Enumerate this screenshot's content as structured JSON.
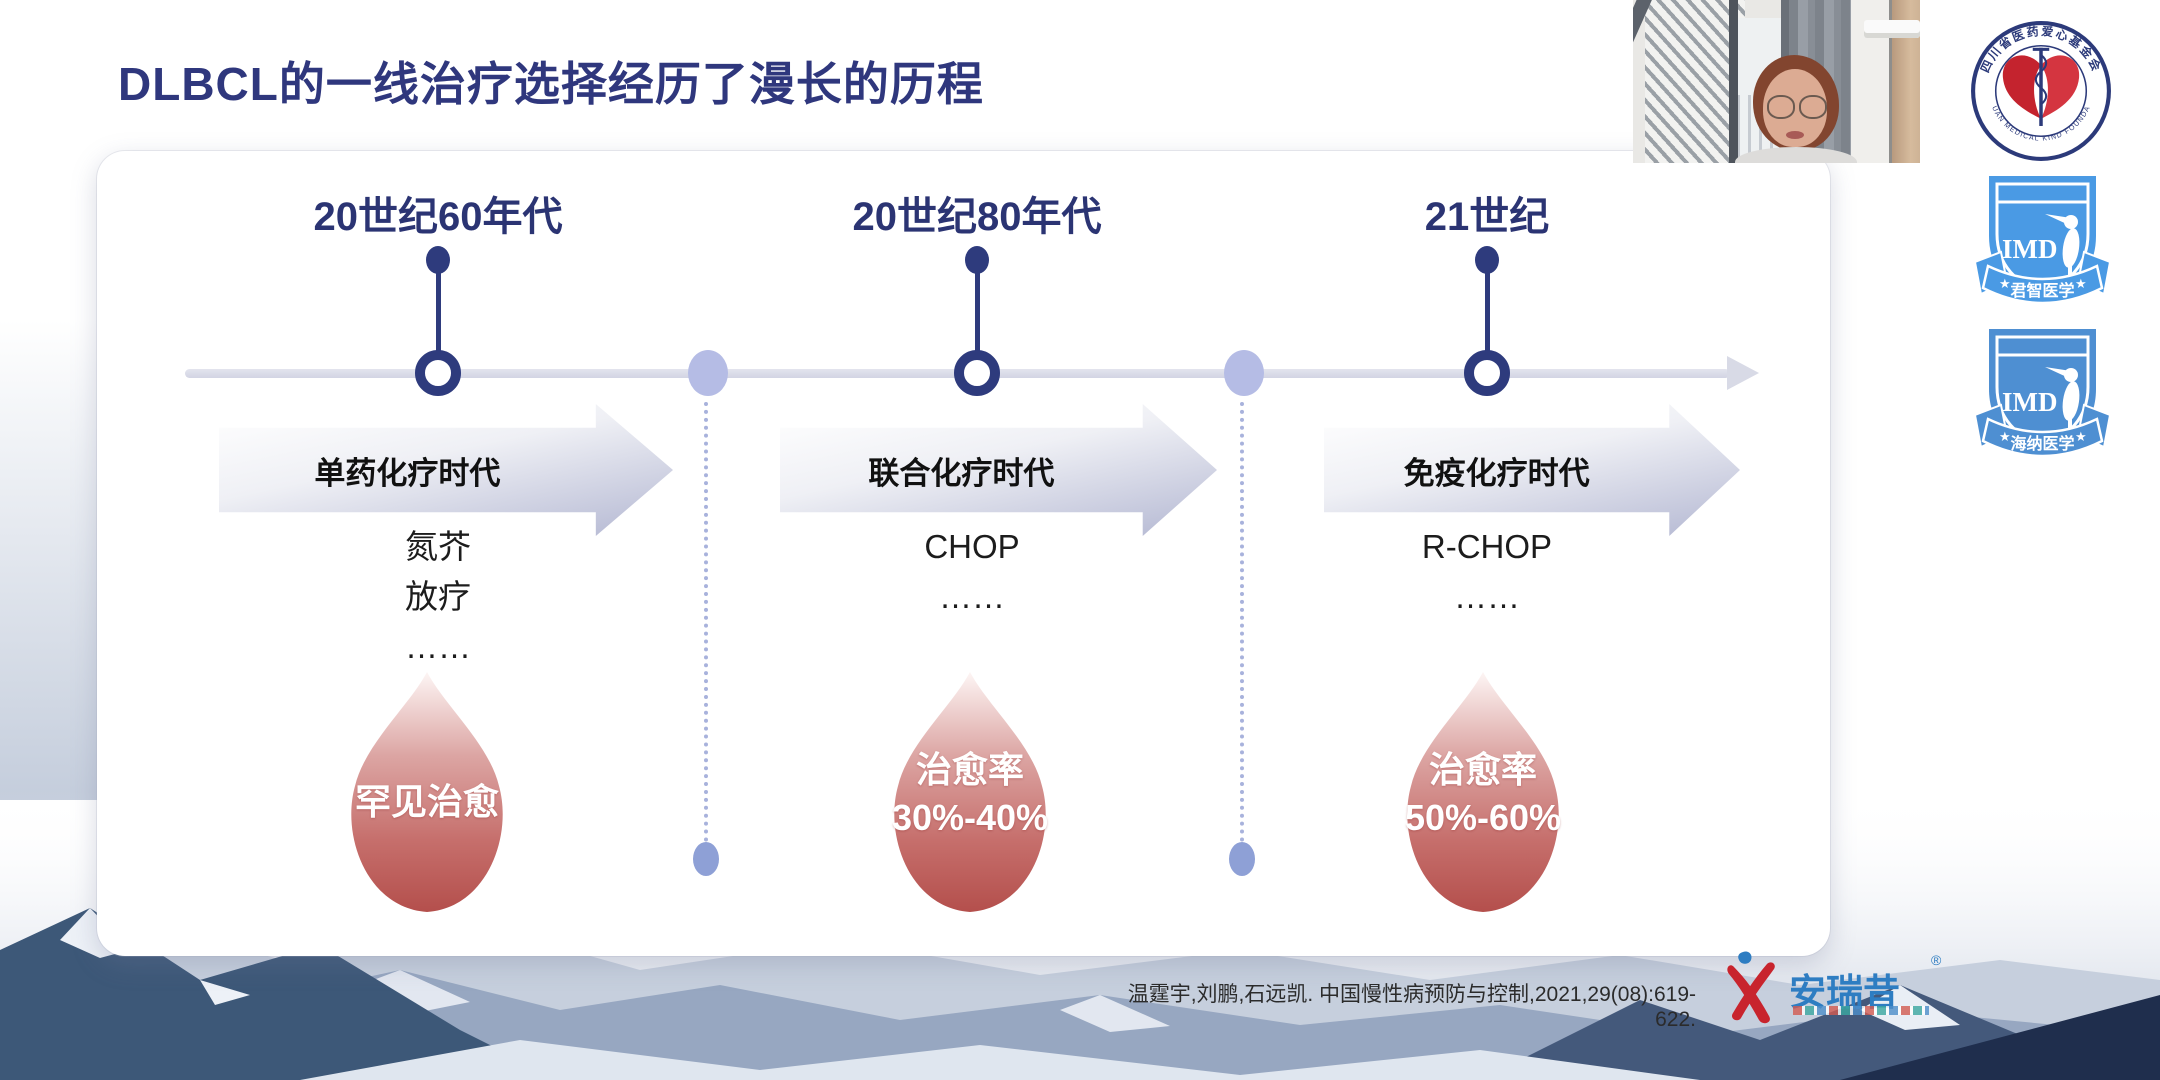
{
  "slide": {
    "title": "DLBCL的一线治疗选择经历了漫长的历程",
    "citation": "温霆宇,刘鹏,石远凯. 中国慢性病预防与控制,2021,29(08):619-622.",
    "timeline": {
      "eras": [
        {
          "period": "20世纪60年代",
          "era_label": "单药化疗时代",
          "treatments": [
            "氮芥",
            "放疗",
            "……"
          ],
          "outcome_lines": [
            "罕见治愈"
          ]
        },
        {
          "period": "20世纪80年代",
          "era_label": "联合化疗时代",
          "treatments": [
            "CHOP",
            "……"
          ],
          "outcome_lines": [
            "治愈率",
            "30%-40%"
          ]
        },
        {
          "period": "21世纪",
          "era_label": "免疫化疗时代",
          "treatments": [
            "R-CHOP",
            "……"
          ],
          "outcome_lines": [
            "治愈率",
            "50%-60%"
          ]
        }
      ]
    }
  },
  "logos": {
    "foundation": {
      "top_text": "四川省医药爱心基金会",
      "bottom_text": "SICHUAN MEDICAL KIND FOUNDATION"
    },
    "imd_shield_1": {
      "shield_text": "IMD",
      "ribbon_text": "君智医学"
    },
    "imd_shield_2": {
      "shield_text": "IMD",
      "ribbon_text": "海纳医学"
    },
    "brand": {
      "name": "安瑞昔",
      "reg": "®"
    }
  },
  "colors": {
    "title_navy": "#2f377d",
    "marker_navy": "#2e3b7d",
    "timeline_gray": "#d8dae6",
    "lavender_dot": "#b5bce5",
    "arrow_gradient_end": "#b3b7d2",
    "drop_red": "#b84f4c",
    "brand_blue": "#2e7dc2",
    "brand_red": "#c8242d",
    "shield_blue_1": "#4a9ae4",
    "shield_blue_2": "#4e8fd2"
  }
}
